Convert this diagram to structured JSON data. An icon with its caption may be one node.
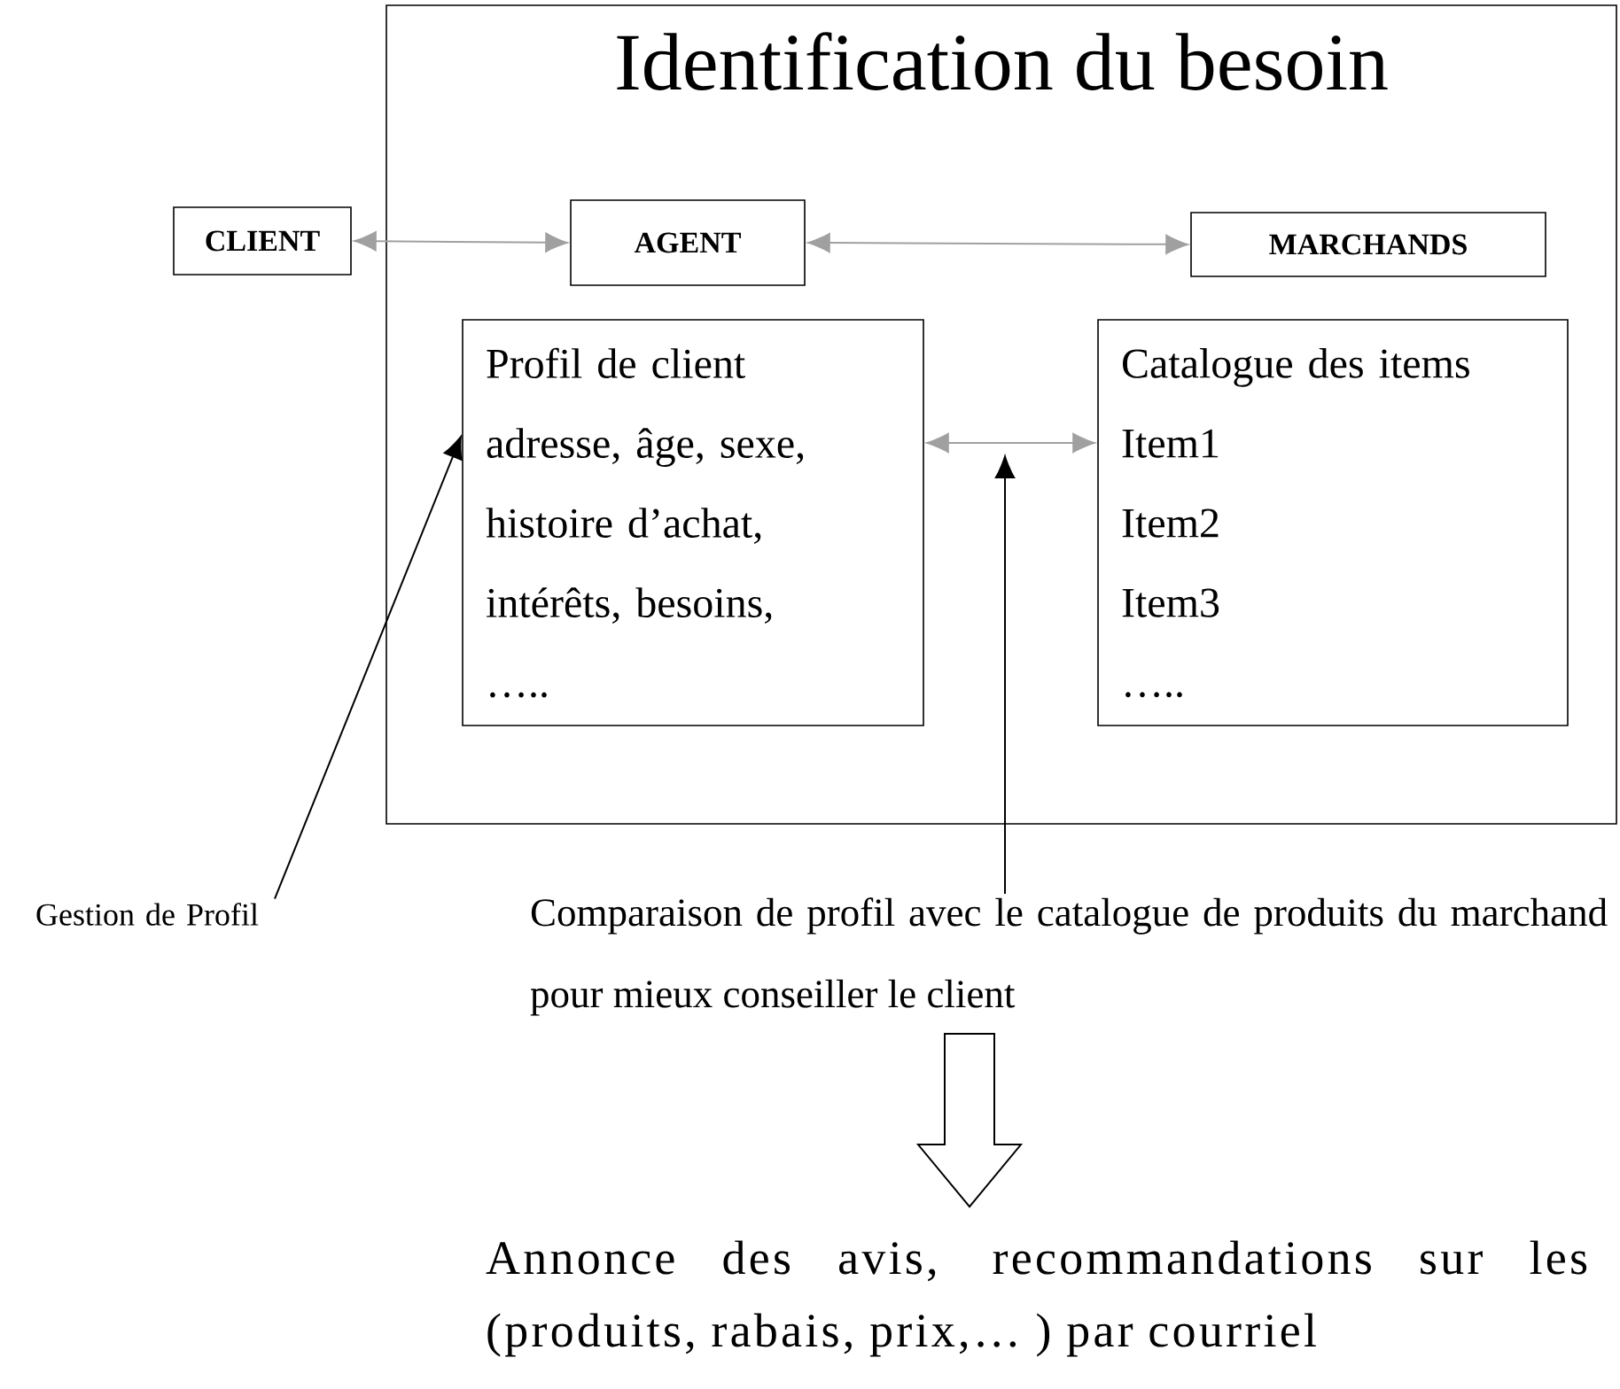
{
  "diagram": {
    "nodes": [
      {
        "text": [
          "Identification du besoin"
        ]
      },
      {
        "text": [
          "CLIENT"
        ]
      },
      {
        "text": [
          "AGENT"
        ],
        "in": 0
      },
      {
        "text": [
          "MARCHANDS"
        ],
        "in": 0
      },
      {
        "text": [
          "Profil de client",
          "adresse, âge, sexe,",
          "histoire d’achat,",
          "intérêts, besoins,",
          "….."
        ],
        "in": 0
      },
      {
        "text": [
          "Catalogue des items",
          "Item1",
          "Item2",
          "Item3",
          "….."
        ],
        "in": 0
      },
      {
        "text": [
          "Gestion de Profil"
        ]
      },
      {
        "text": [
          "Comparaison de profil avec le catalogue de produits du marchand pour mieux conseiller le client"
        ]
      },
      {
        "text": [
          "Annonce des avis, recommandations sur les (produits, rabais, prix,… ) par courriel"
        ]
      }
    ],
    "edges": [
      {
        "from": 1,
        "to": 2,
        "arrow": "both",
        "color": "#a0a0a0"
      },
      {
        "from": 2,
        "to": 3,
        "arrow": "both",
        "color": "#a0a0a0"
      },
      {
        "from": 4,
        "to": 5,
        "arrow": "both",
        "color": "#a0a0a0"
      },
      {
        "from": 6,
        "to": 4,
        "arrow": "to",
        "color": "#000000"
      },
      {
        "from": 7,
        "to": null,
        "arrow": "to",
        "color": "#000000"
      },
      {
        "from": 7,
        "to": 8,
        "arrow": "to",
        "style": "thick",
        "color": "#000000"
      }
    ]
  }
}
